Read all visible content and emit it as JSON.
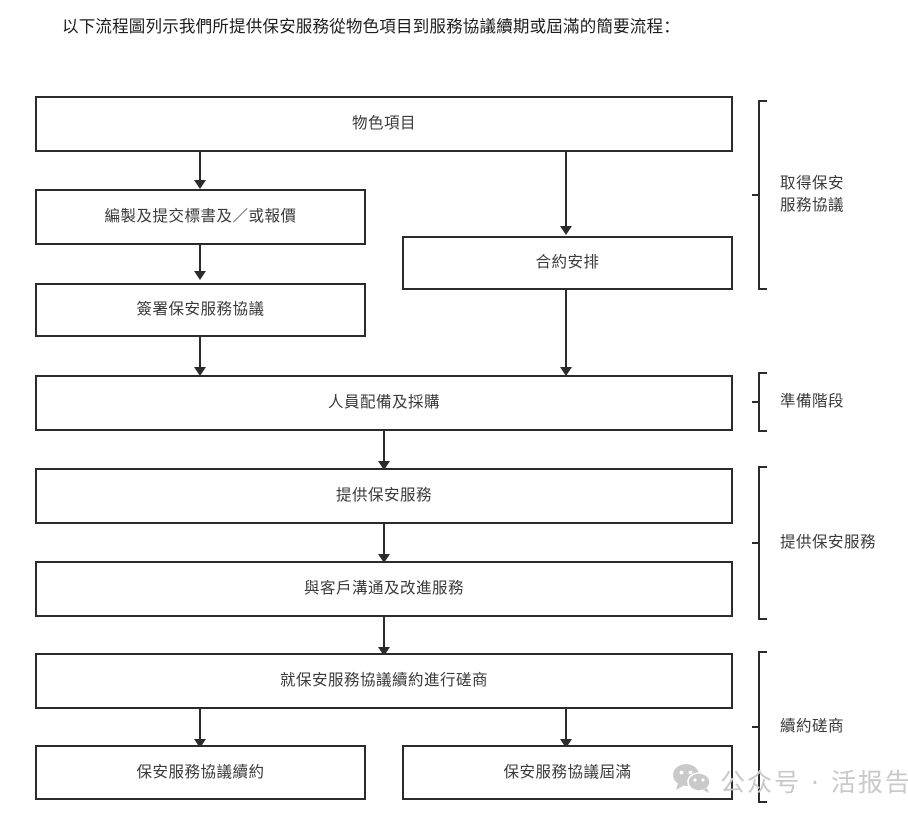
{
  "intro": {
    "text": "以下流程圖列示我們所提供保安服務從物色項目到服務協議續期或屆滿的簡要流程："
  },
  "flowchart": {
    "nodes": [
      {
        "id": "identify-project",
        "label": "物色項目"
      },
      {
        "id": "prepare-tender",
        "label": "編製及提交標書及／或報價"
      },
      {
        "id": "contract-arrangement",
        "label": "合約安排"
      },
      {
        "id": "sign-agreement",
        "label": "簽署保安服務協議"
      },
      {
        "id": "staffing-procurement",
        "label": "人員配備及採購"
      },
      {
        "id": "provide-service",
        "label": "提供保安服務"
      },
      {
        "id": "client-communication",
        "label": "與客戶溝通及改進服務"
      },
      {
        "id": "renewal-negotiation",
        "label": "就保安服務協議續約進行磋商"
      },
      {
        "id": "agreement-renewed",
        "label": "保安服務協議續約"
      },
      {
        "id": "agreement-expired",
        "label": "保安服務協議屆滿"
      }
    ],
    "stages": [
      {
        "id": "obtain-agreement",
        "label": "取得保安\n服務協議"
      },
      {
        "id": "preparation-stage",
        "label": "準備階段"
      },
      {
        "id": "provide-security",
        "label": "提供保安服務"
      },
      {
        "id": "renewal-talks",
        "label": "續約磋商"
      }
    ]
  },
  "watermark": {
    "text": "公众号 · 活报告",
    "icon": "wechat-icon",
    "color": "#c9c9c9"
  },
  "colors": {
    "box_border": "#2b2b2b",
    "text": "#3a3a3a",
    "heading_text": "#1c1c1c",
    "background": "#ffffff"
  }
}
